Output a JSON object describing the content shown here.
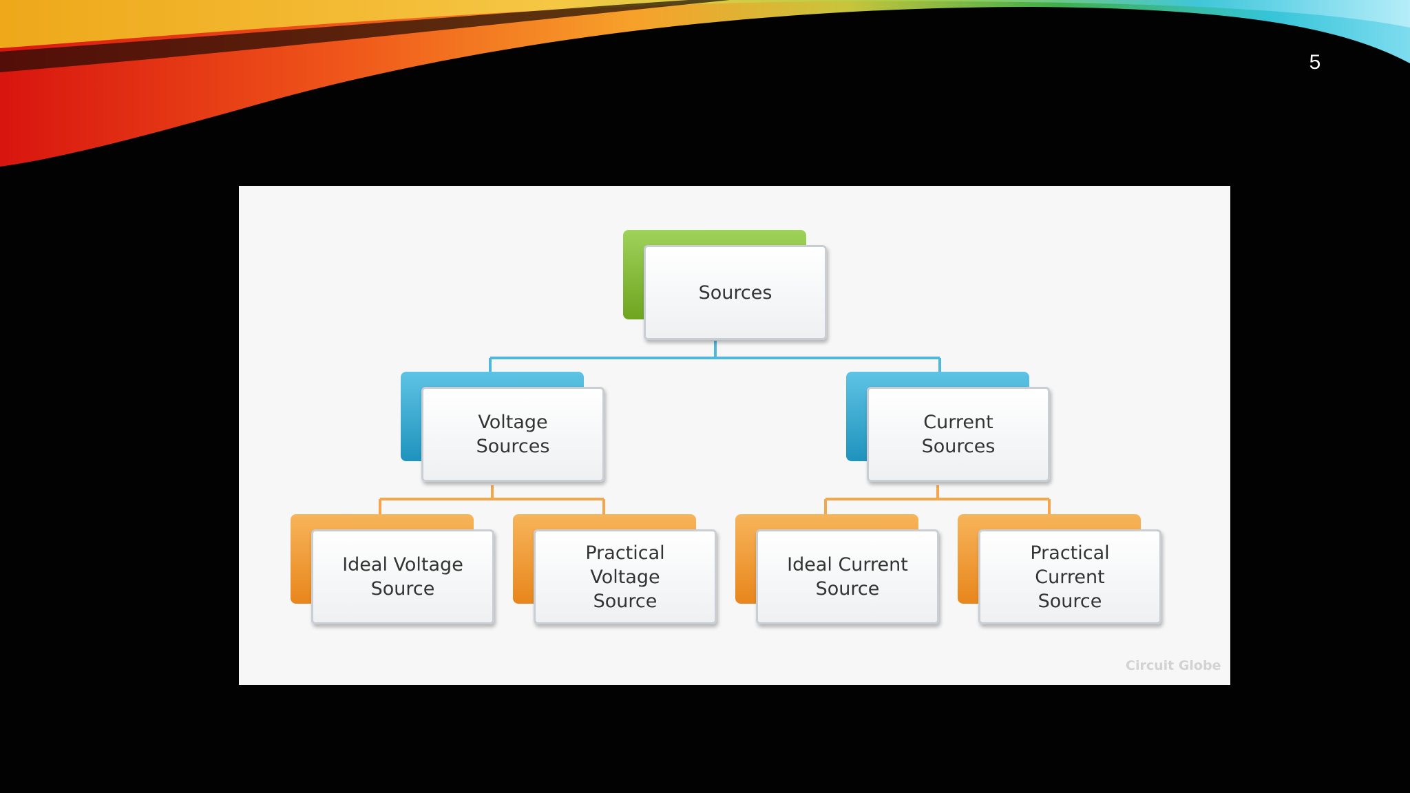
{
  "slide": {
    "page_number": "5",
    "watermark": "Circuit Globe"
  },
  "diagram": {
    "root": "Sources",
    "level1": [
      "Voltage\nSources",
      "Current\nSources"
    ],
    "level2": [
      "Ideal Voltage\nSource",
      "Practical\nVoltage\nSource",
      "Ideal Current\nSource",
      "Practical\nCurrent\nSource"
    ]
  },
  "colors": {
    "root_accent": "#8cc63f",
    "level1_accent": "#29a3cf",
    "level2_accent": "#f39c2d",
    "connector_level1": "#4fb8db",
    "connector_level2": "#f5a54a",
    "background": "#000000"
  }
}
